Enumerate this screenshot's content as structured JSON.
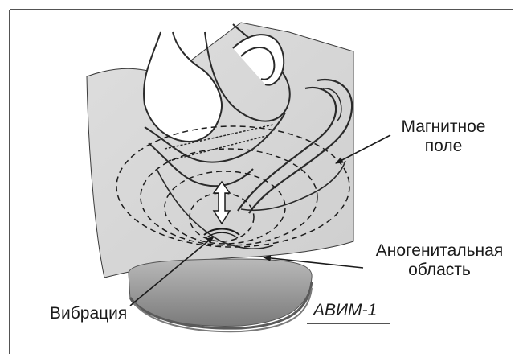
{
  "labels": {
    "magnetic_field": {
      "line1": "Магнитное",
      "line2": "поле"
    },
    "anogenital_area": {
      "line1": "Аногенитальная",
      "line2": "область"
    },
    "vibration": "Вибрация",
    "device": "АВИМ-1"
  },
  "colors": {
    "line": "#1b1b1b",
    "tissue_fill": "#d9d9d9",
    "tissue_light": "#e6e6e6",
    "device_fill": "#9a9a9a",
    "device_dark": "#6e6e6e"
  }
}
